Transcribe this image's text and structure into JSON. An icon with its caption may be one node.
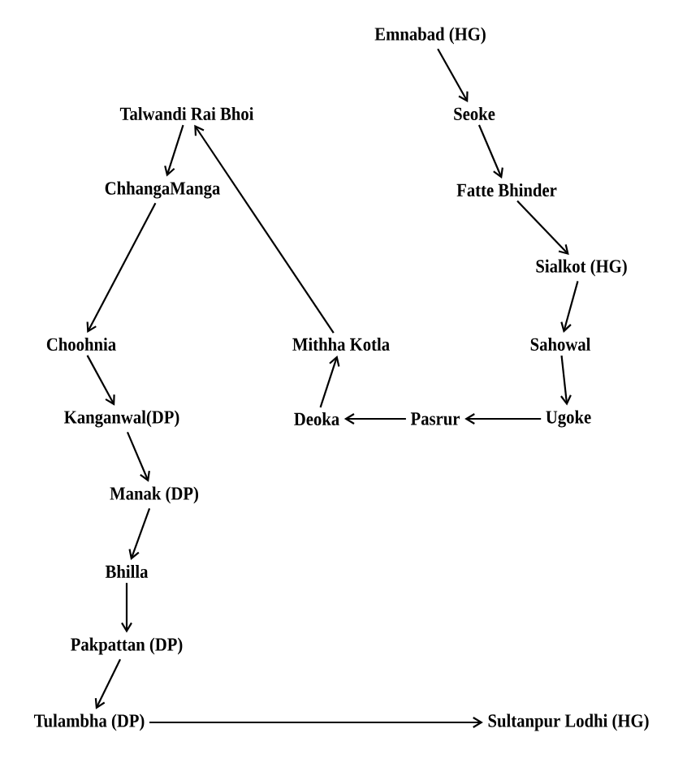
{
  "diagram": {
    "nodes": [
      {
        "text": [
          "Emnabad  (HG)"
        ]
      },
      {
        "text": [
          "Seoke"
        ]
      },
      {
        "text": [
          "Talwandi Rai Bhoi"
        ]
      },
      {
        "text": [
          "ChhangaManga"
        ]
      },
      {
        "text": [
          "Fatte Bhinder"
        ]
      },
      {
        "text": [
          "Sialkot (HG)"
        ]
      },
      {
        "text": [
          "Choohnia"
        ]
      },
      {
        "text": [
          "Mithha Kotla"
        ]
      },
      {
        "text": [
          "Sahowal"
        ]
      },
      {
        "text": [
          "Kanganwal(DP)"
        ]
      },
      {
        "text": [
          "Deoka"
        ]
      },
      {
        "text": [
          "Pasrur"
        ]
      },
      {
        "text": [
          "Ugoke"
        ]
      },
      {
        "text": [
          "Manak (DP)"
        ]
      },
      {
        "text": [
          "Bhilla"
        ]
      },
      {
        "text": [
          "Pakpattan (DP)"
        ]
      },
      {
        "text": [
          "Tulambha (DP)"
        ]
      },
      {
        "text": [
          "Sultanpur Lodhi (HG)"
        ]
      }
    ],
    "edges": [
      {
        "from": 0,
        "to": 1,
        "arrow": "to"
      },
      {
        "from": 1,
        "to": 4,
        "arrow": "to"
      },
      {
        "from": 4,
        "to": 5,
        "arrow": "to"
      },
      {
        "from": 5,
        "to": 8,
        "arrow": "to"
      },
      {
        "from": 8,
        "to": 12,
        "arrow": "to"
      },
      {
        "from": 12,
        "to": 11,
        "arrow": "to"
      },
      {
        "from": 11,
        "to": 10,
        "arrow": "to"
      },
      {
        "from": 10,
        "to": 7,
        "arrow": "to"
      },
      {
        "from": 7,
        "to": 2,
        "arrow": "to"
      },
      {
        "from": 2,
        "to": 3,
        "arrow": "to"
      },
      {
        "from": 3,
        "to": 6,
        "arrow": "to"
      },
      {
        "from": 6,
        "to": 9,
        "arrow": "to"
      },
      {
        "from": 9,
        "to": 13,
        "arrow": "to"
      },
      {
        "from": 13,
        "to": 14,
        "arrow": "to"
      },
      {
        "from": 14,
        "to": 15,
        "arrow": "to"
      },
      {
        "from": 15,
        "to": 16,
        "arrow": "to"
      },
      {
        "from": 16,
        "to": 17,
        "arrow": "to"
      }
    ]
  }
}
